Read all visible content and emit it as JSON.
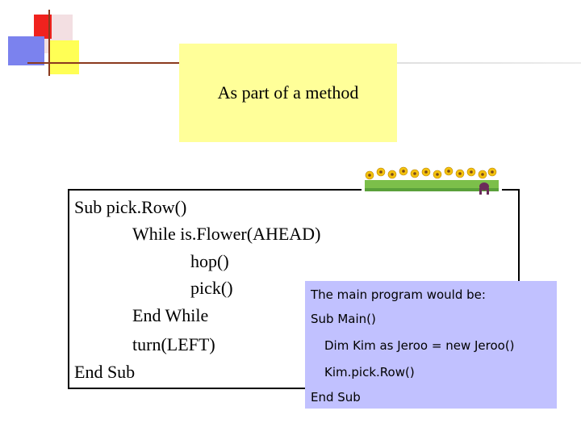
{
  "slide": {
    "heading": "As part of a method"
  },
  "code_block": {
    "lines": [
      "Sub pick.Row()",
      "While is.Flower(AHEAD)",
      "hop()",
      "pick()",
      "End While",
      "turn(LEFT)",
      "End Sub"
    ]
  },
  "main_program": {
    "lines": [
      "The main program would be:",
      "Sub Main()",
      "Dim Kim as Jeroo = new Jeroo()",
      "Kim.pick.Row()",
      "End Sub"
    ]
  },
  "colors": {
    "title_box": "#ffff99",
    "main_box": "#c1c1ff",
    "accent_line": "#8b3a1e"
  },
  "icons": [
    "flower-garden-icon"
  ]
}
